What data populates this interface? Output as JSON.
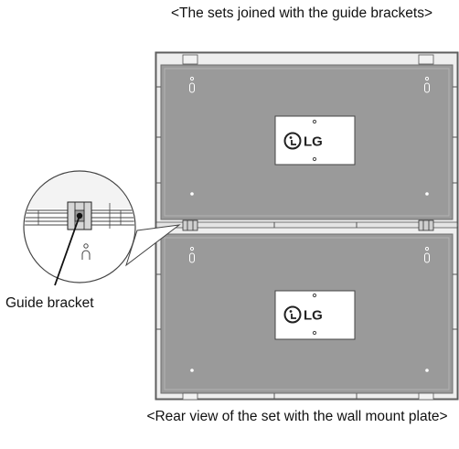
{
  "caption_top": "<The sets joined with the guide brackets>",
  "caption_bottom": "<Rear view of the set with the wall mount plate>",
  "callout_label": "Guide bracket",
  "logo_text": "LG",
  "colors": {
    "panel": "#9a9a9a",
    "panel_edge": "#7a7a7a",
    "frame": "#efefef",
    "outline": "#555555"
  }
}
